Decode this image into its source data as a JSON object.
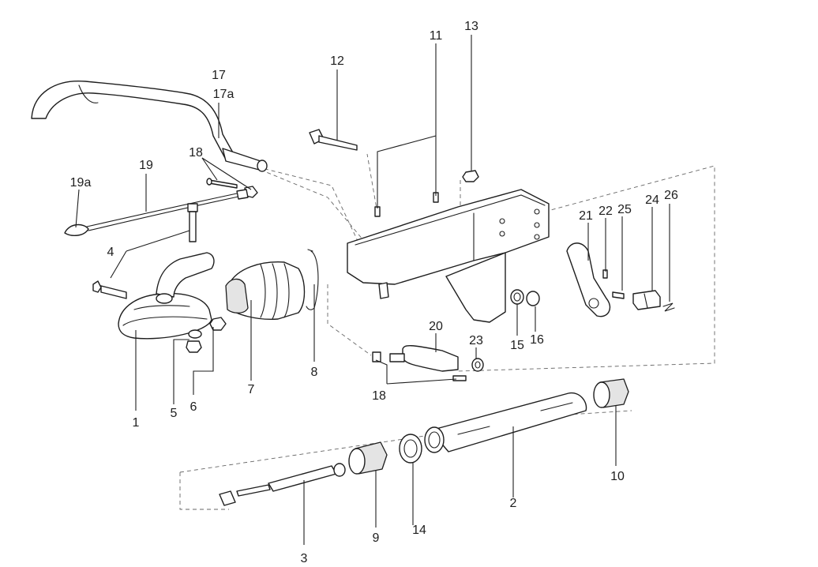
{
  "callouts": {
    "c1": "1",
    "c2": "2",
    "c3": "3",
    "c4": "4",
    "c5": "5",
    "c6": "6",
    "c7": "7",
    "c8": "8",
    "c9": "9",
    "c10": "10",
    "c11": "11",
    "c12": "12",
    "c13": "13",
    "c14": "14",
    "c15": "15",
    "c16": "16",
    "c17": "17",
    "c17a": "17a",
    "c18a": "18",
    "c18b": "18",
    "c19": "19",
    "c19a": "19a",
    "c20": "20",
    "c21": "21",
    "c22": "22",
    "c23": "23",
    "c24": "24",
    "c25": "25",
    "c26": "26"
  }
}
